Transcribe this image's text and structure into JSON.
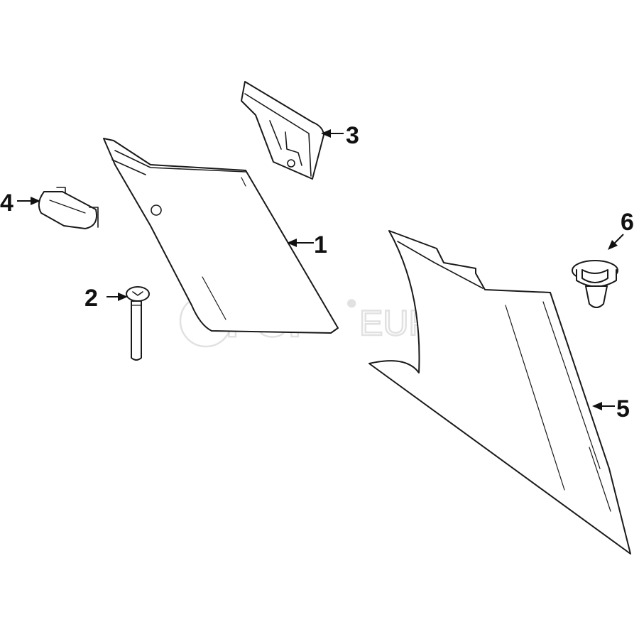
{
  "callouts": {
    "part1": "1",
    "part2": "2",
    "part3": "3",
    "part4": "4",
    "part5": "5",
    "part6": "6"
  },
  "watermark": {
    "brand": "FCP",
    "registered": "®",
    "suffix": "EURO"
  },
  "colors": {
    "line": "#1a1a1a",
    "watermark": "#c9c9c9",
    "background": "#ffffff"
  }
}
